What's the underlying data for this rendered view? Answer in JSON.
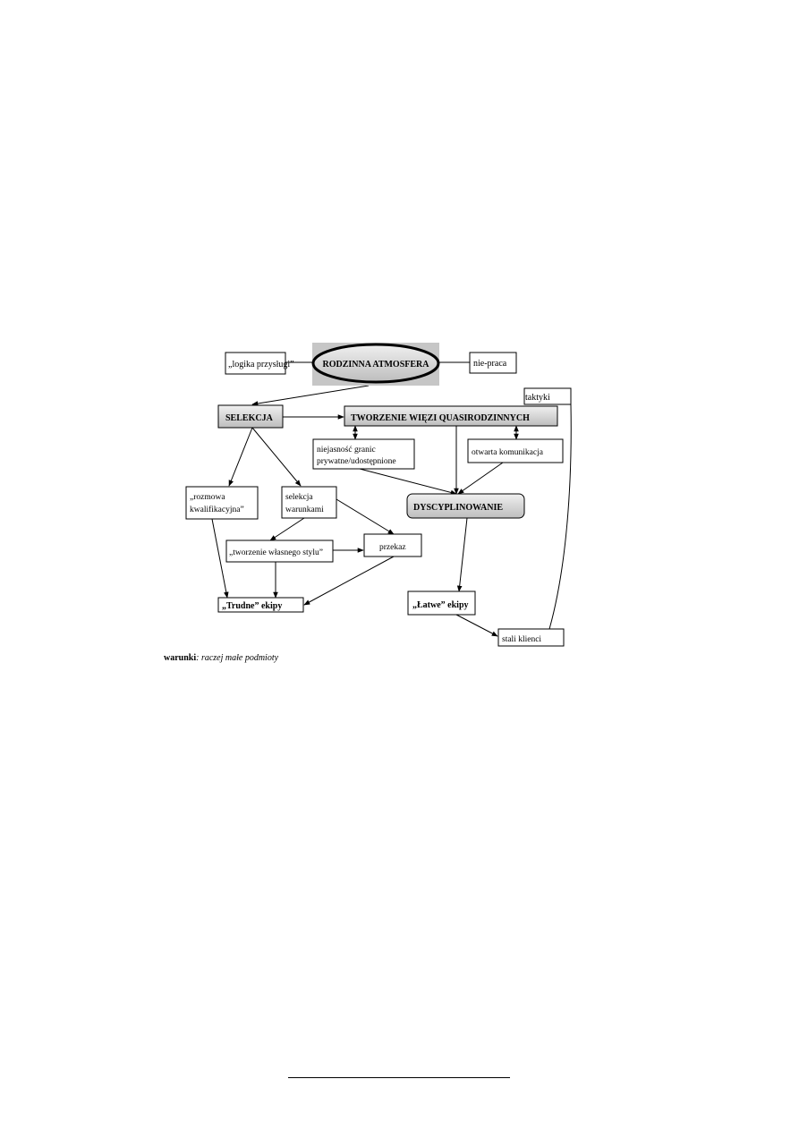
{
  "diagram": {
    "nodes": {
      "logika": "„logika przysługi”",
      "rodzinna": "RODZINNA ATMOSFERA",
      "niepraca": "nie-praca",
      "taktyki": "taktyki",
      "selekcja": "SELEKCJA",
      "tworzenie_wiezi": "TWORZENIE WIĘZI QUASIRODZINNYCH",
      "niejasnosc_line1": "niejasność granic",
      "niejasnosc_line2": "prywatne/udostępnione",
      "otwarta": "otwarta komunikacja",
      "rozmowa_line1": "„rozmowa",
      "rozmowa_line2": "kwalifikacyjna”",
      "selekcja_warunkami_line1": "selekcja",
      "selekcja_warunkami_line2": "warunkami",
      "dyscyplinowanie": "DYSCYPLINOWANIE",
      "tworzenie_stylu": "„tworzenie własnego stylu”",
      "przekaz": "przekaz",
      "trudne": "„Trudne” ekipy",
      "latwe": "„Łatwe” ekipy",
      "stali": "stali klienci"
    },
    "conditions_label": "warunki",
    "conditions_text": ": raczej małe podmioty"
  }
}
